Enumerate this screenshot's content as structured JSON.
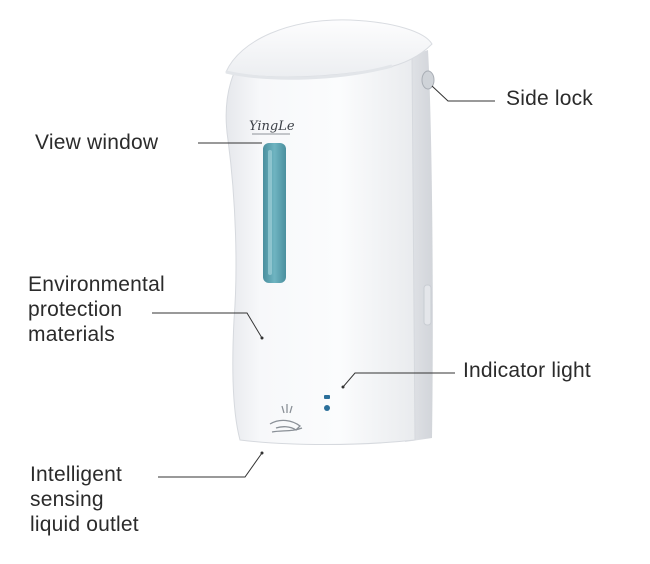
{
  "product": {
    "brand_logo": "YingLe"
  },
  "callouts": {
    "side_lock": "Side lock",
    "view_window": "View window",
    "environmental": "Environmental\nprotection\nmaterials",
    "indicator_light": "Indicator light",
    "outlet": "Intelligent\nsensing\nliquid outlet"
  },
  "colors": {
    "body": "#f4f5f7",
    "window": "#5fa6b4",
    "indicator": "#2b6f9a",
    "leader_line": "#333333"
  },
  "icons": [
    "hand-sensor-icon",
    "side-lock-knob"
  ]
}
